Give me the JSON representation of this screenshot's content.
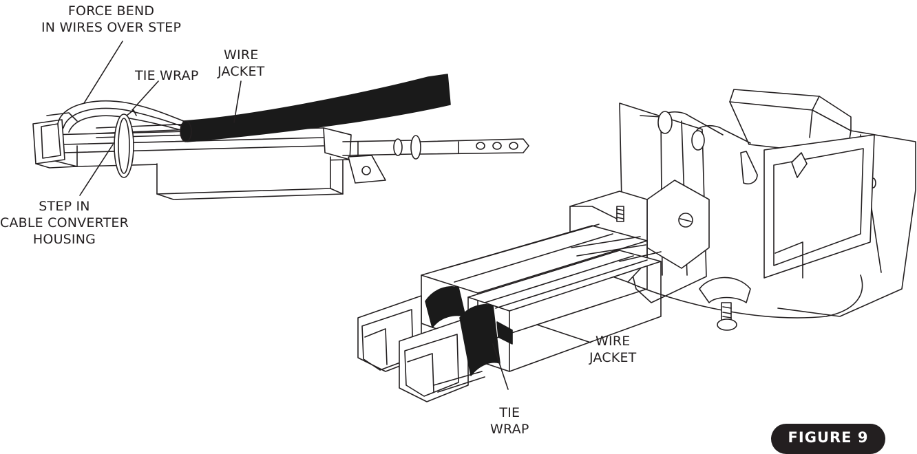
{
  "colors": {
    "ink": "#231f20",
    "paper": "#ffffff",
    "badge": "#231f20",
    "badge_text": "#ffffff",
    "cable_jacket": "#1a1a1a"
  },
  "labels": {
    "force_bend": [
      "FORCE BEND",
      "IN WIRES OVER STEP"
    ],
    "tie_wrap_top": "TIE WRAP",
    "wire_jacket_top": [
      "WIRE",
      "JACKET"
    ],
    "step_in_housing": [
      "STEP IN",
      "CABLE CONVERTER",
      "HOUSING"
    ],
    "wire_jacket_bottom": [
      "WIRE",
      "JACKET"
    ],
    "tie_wrap_bottom": [
      "TIE",
      "WRAP"
    ]
  },
  "figure": {
    "label": "FIGURE 9"
  }
}
